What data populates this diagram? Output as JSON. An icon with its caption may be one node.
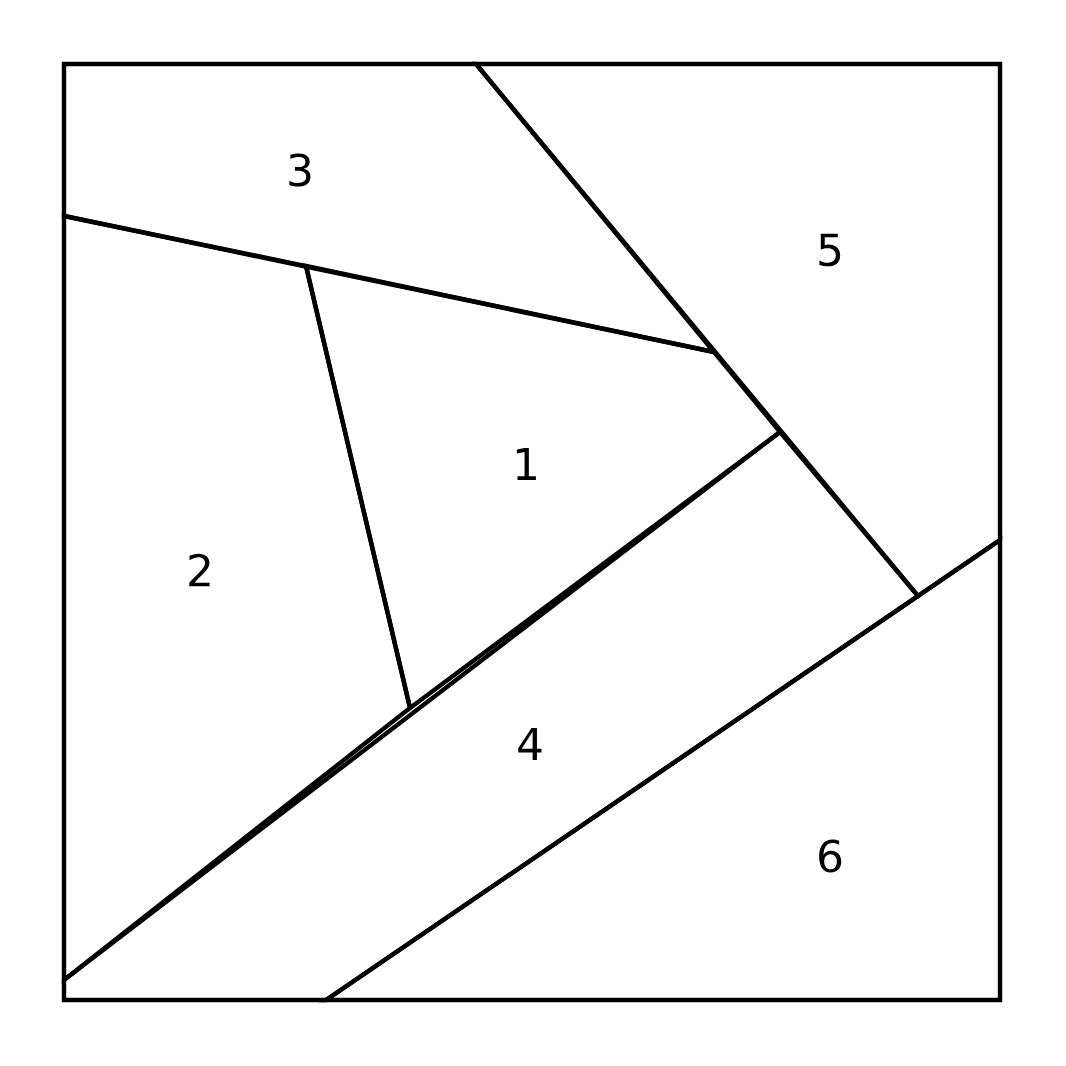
{
  "diagram": {
    "nodes": [
      {
        "text": [
          "1"
        ]
      },
      {
        "text": [
          "2"
        ]
      },
      {
        "text": [
          "3"
        ]
      },
      {
        "text": [
          "4"
        ]
      },
      {
        "text": [
          "5"
        ]
      },
      {
        "text": [
          "6"
        ]
      }
    ]
  }
}
